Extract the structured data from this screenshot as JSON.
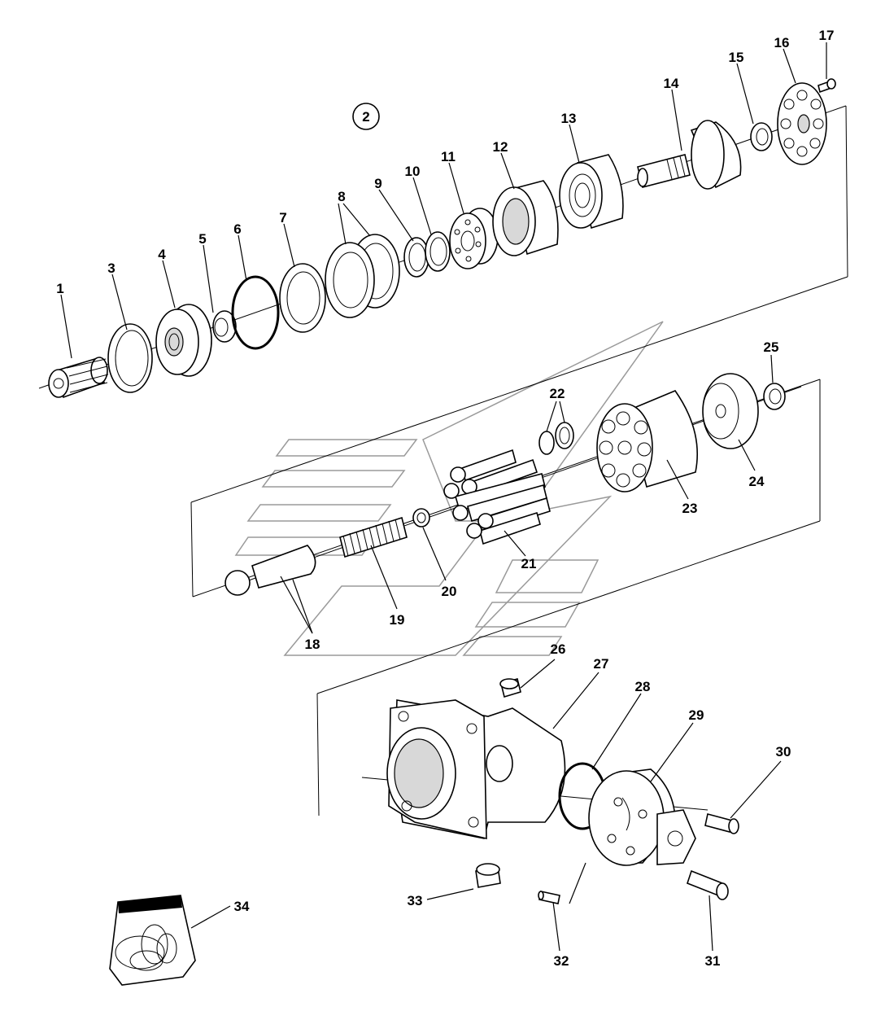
{
  "diagram": {
    "assembly_marker": "2",
    "callouts": [
      {
        "id": "1",
        "text": "1"
      },
      {
        "id": "3",
        "text": "3"
      },
      {
        "id": "4",
        "text": "4"
      },
      {
        "id": "5",
        "text": "5"
      },
      {
        "id": "6",
        "text": "6"
      },
      {
        "id": "7",
        "text": "7"
      },
      {
        "id": "8",
        "text": "8"
      },
      {
        "id": "9",
        "text": "9"
      },
      {
        "id": "10",
        "text": "10"
      },
      {
        "id": "11",
        "text": "11"
      },
      {
        "id": "12",
        "text": "12"
      },
      {
        "id": "13",
        "text": "13"
      },
      {
        "id": "14",
        "text": "14"
      },
      {
        "id": "15",
        "text": "15"
      },
      {
        "id": "16",
        "text": "16"
      },
      {
        "id": "17",
        "text": "17"
      },
      {
        "id": "18",
        "text": "18"
      },
      {
        "id": "19",
        "text": "19"
      },
      {
        "id": "20",
        "text": "20"
      },
      {
        "id": "21",
        "text": "21"
      },
      {
        "id": "22",
        "text": "22"
      },
      {
        "id": "23",
        "text": "23"
      },
      {
        "id": "24",
        "text": "24"
      },
      {
        "id": "25",
        "text": "25"
      },
      {
        "id": "26",
        "text": "26"
      },
      {
        "id": "27",
        "text": "27"
      },
      {
        "id": "28",
        "text": "28"
      },
      {
        "id": "29",
        "text": "29"
      },
      {
        "id": "30",
        "text": "30"
      },
      {
        "id": "31",
        "text": "31"
      },
      {
        "id": "32",
        "text": "32"
      },
      {
        "id": "33",
        "text": "33"
      },
      {
        "id": "34",
        "text": "34"
      }
    ]
  }
}
